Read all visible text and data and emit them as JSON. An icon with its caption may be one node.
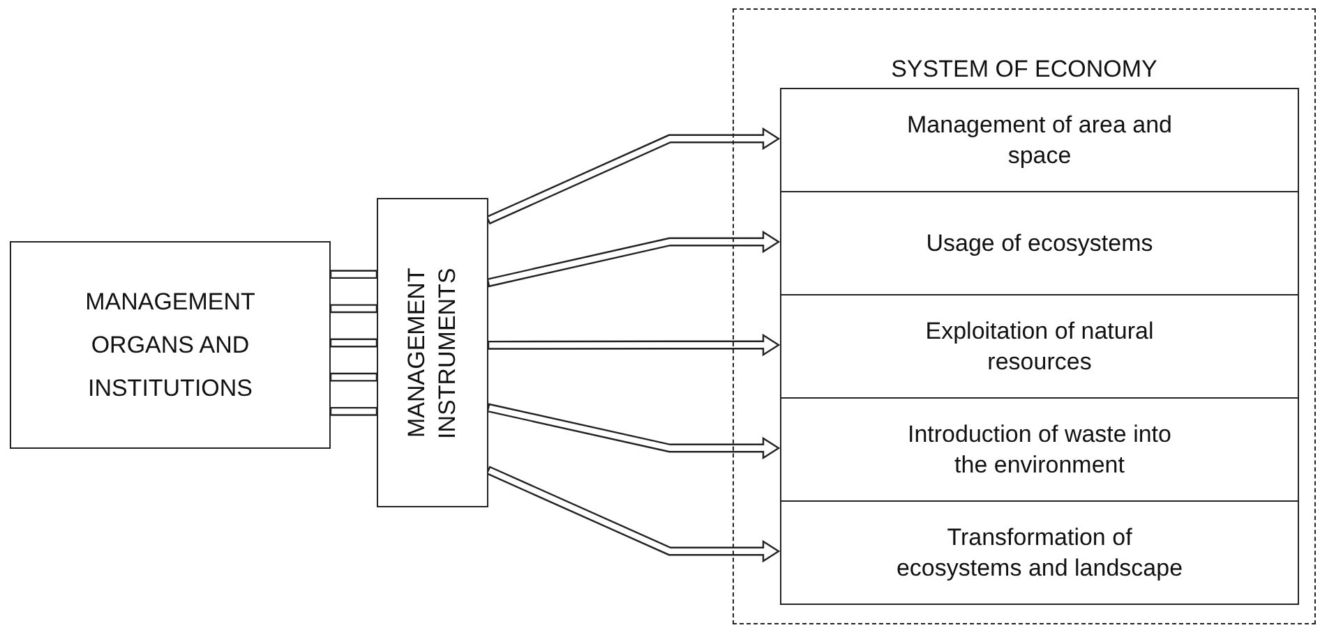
{
  "diagram": {
    "nodes": [
      {
        "text": [
          "MANAGEMENT ORGANS AND INSTITUTIONS"
        ]
      },
      {
        "text": [
          "MANAGEMENT INSTRUMENTS"
        ]
      },
      {
        "text": [
          "SYSTEM OF ECONOMY"
        ]
      },
      {
        "text": [
          "Management of area and space"
        ],
        "in": 2
      },
      {
        "text": [
          "Usage of ecosystems"
        ],
        "in": 2
      },
      {
        "text": [
          "Exploitation of natural resources"
        ],
        "in": 2
      },
      {
        "text": [
          "Introduction of waste into the environment"
        ],
        "in": 2
      },
      {
        "text": [
          "Transformation of ecosystems and landscape"
        ],
        "in": 2
      }
    ],
    "edges": [
      {
        "from": 0,
        "to": 1,
        "arrow": "none"
      },
      {
        "from": 0,
        "to": 1,
        "arrow": "none"
      },
      {
        "from": 0,
        "to": 1,
        "arrow": "none"
      },
      {
        "from": 0,
        "to": 1,
        "arrow": "none"
      },
      {
        "from": 0,
        "to": 1,
        "arrow": "none"
      },
      {
        "from": 1,
        "to": 3,
        "arrow": "to"
      },
      {
        "from": 1,
        "to": 4,
        "arrow": "to"
      },
      {
        "from": 1,
        "to": 5,
        "arrow": "to"
      },
      {
        "from": 1,
        "to": 6,
        "arrow": "to"
      },
      {
        "from": 1,
        "to": 7,
        "arrow": "to"
      }
    ]
  }
}
